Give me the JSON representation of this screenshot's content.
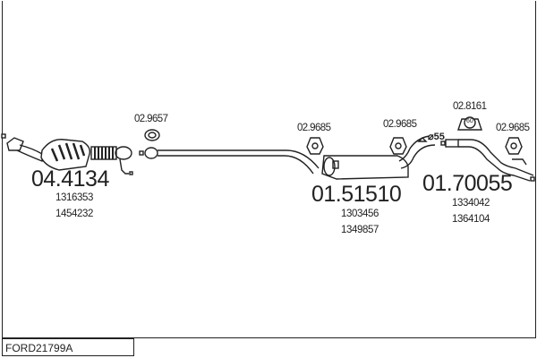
{
  "diagram_title": "FORD21799A",
  "parts": [
    {
      "part_number": "04.4134",
      "refs": [
        "1316353",
        "1454232"
      ],
      "type": "catalytic-converter"
    },
    {
      "part_number": "01.51510",
      "refs": [
        "1303456",
        "1349857"
      ],
      "type": "middle-silencer"
    },
    {
      "part_number": "01.70055",
      "refs": [
        "1334042",
        "1364104"
      ],
      "type": "rear-pipe"
    }
  ],
  "accessories": [
    {
      "part_number": "02.9657",
      "type": "gasket"
    },
    {
      "part_number": "02.9685",
      "type": "rubber-mount"
    },
    {
      "part_number": "02.9685",
      "type": "rubber-mount"
    },
    {
      "part_number": "02.8161",
      "type": "clamp",
      "size_label": "60"
    },
    {
      "part_number": "02.9685",
      "type": "rubber-mount"
    }
  ],
  "diameter_label": "⌀55"
}
